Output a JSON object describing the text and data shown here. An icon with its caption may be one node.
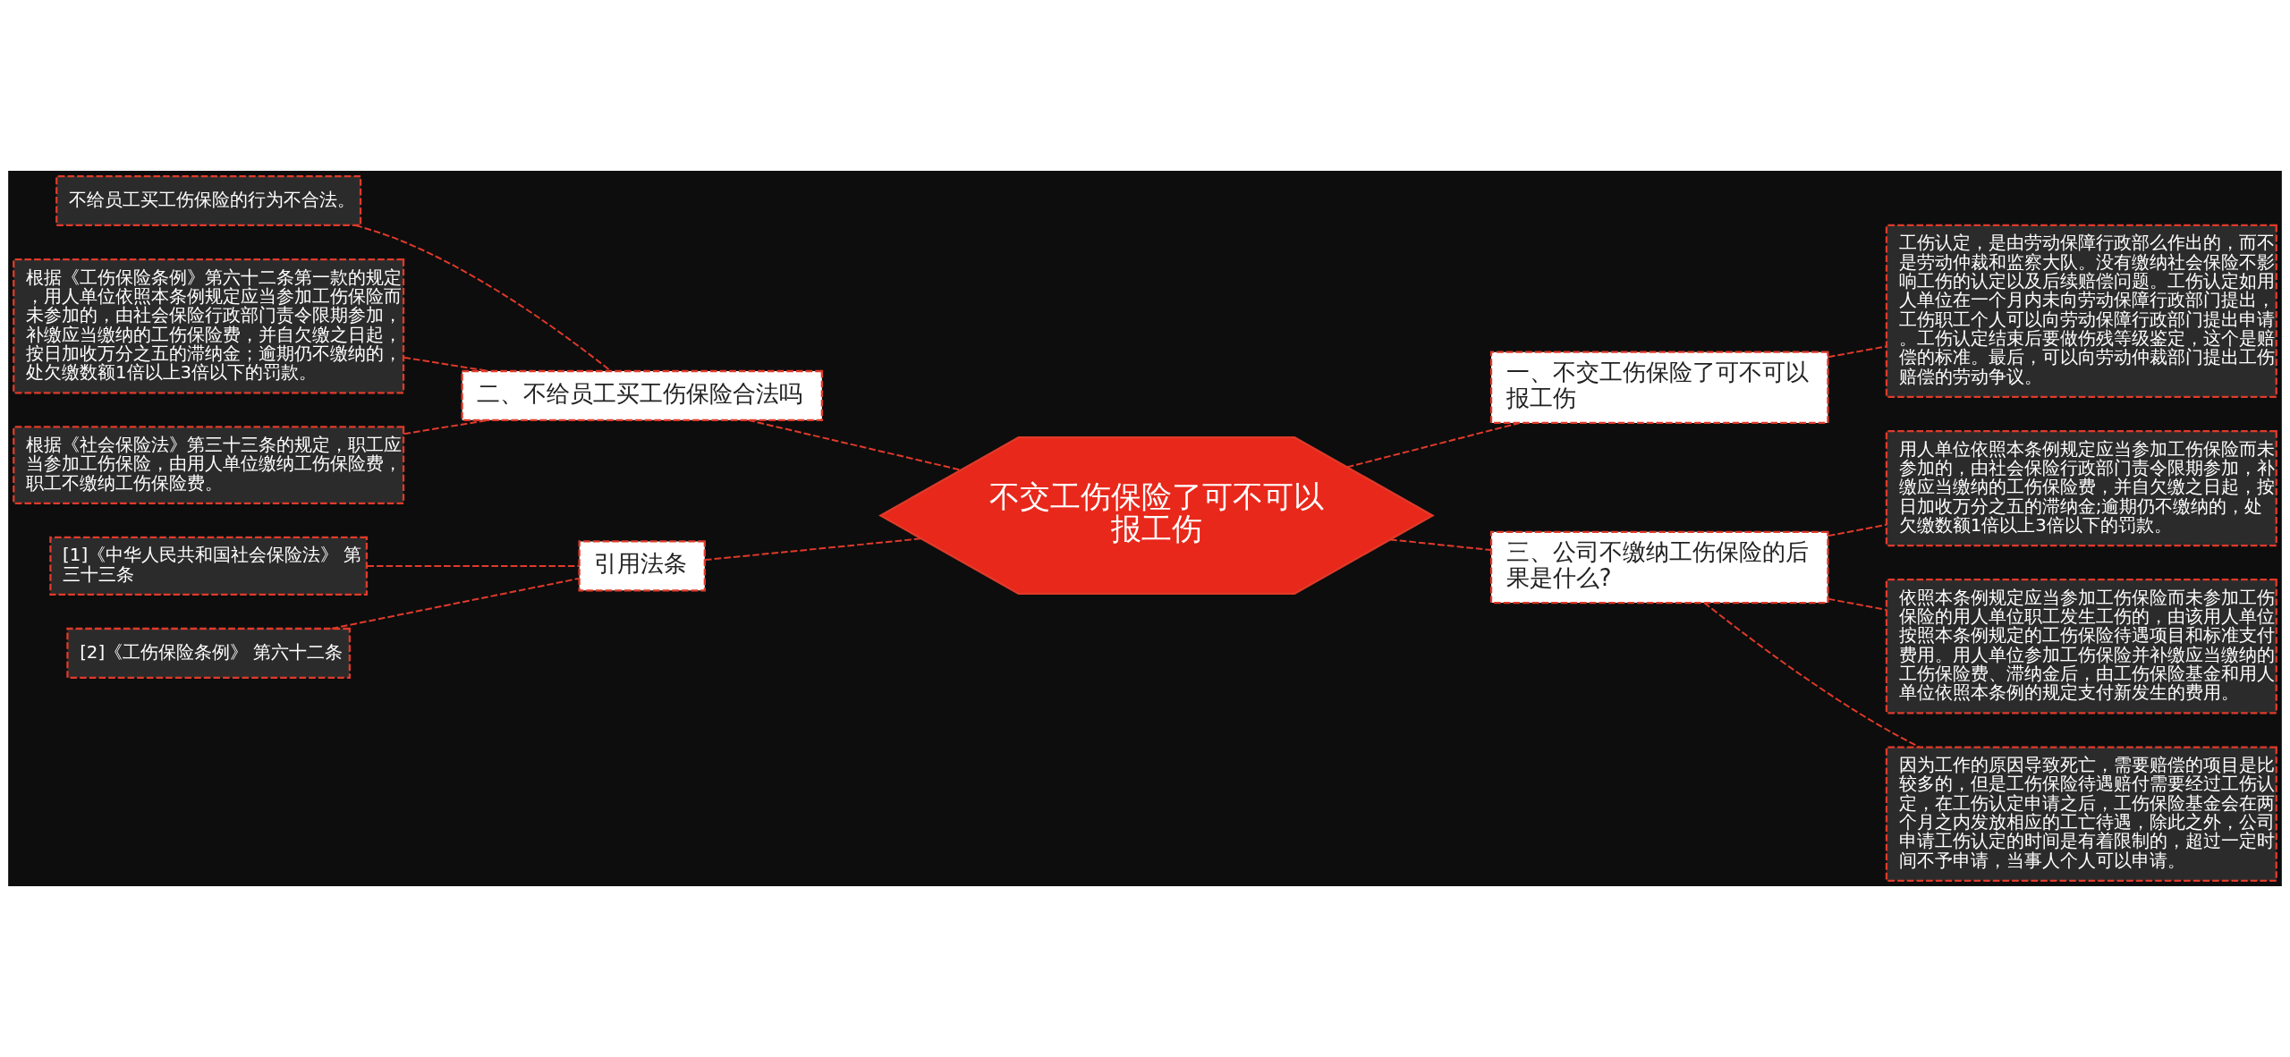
{
  "diagram": {
    "nodes": [
      {
        "text": [
          "不交工伤保险了可不可以报工伤"
        ]
      },
      {
        "text": [
          "二、不给员工买工伤保险合法吗"
        ]
      },
      {
        "text": [
          "不给员工买工伤保险的行为不合法。"
        ]
      },
      {
        "text": [
          "根据《工伤保险条例》第六十二条第一款的规定，用人单位依照本条例规定应当参加工伤保险而未参加的，由社会保险行政部门责令限期参加，补缴应当缴纳的工伤保险费，并自欠缴之日起，按日加收万分之五的滞纳金；逾期仍不缴纳的，处欠缴数额1倍以上3倍以下的罚款。"
        ]
      },
      {
        "text": [
          "根据《社会保险法》第三十三条的规定，职工应当参加工伤保险，由用人单位缴纳工伤保险费，职工不缴纳工伤保险费。"
        ]
      },
      {
        "text": [
          "引用法条"
        ]
      },
      {
        "text": [
          "[1]《中华人民共和国社会保险法》 第三十三条"
        ]
      },
      {
        "text": [
          "[2]《工伤保险条例》 第六十二条"
        ]
      },
      {
        "text": [
          "一、不交工伤保险了可不可以报工伤"
        ]
      },
      {
        "text": [
          "工伤认定，是由劳动保障行政部么作出的，而不是劳动仲裁和监察大队。没有缴纳社会保险不影响工伤的认定以及后续赔偿问题。工伤认定如用人单位在一个月内未向劳动保障行政部门提出，工伤职工个人可以向劳动保障行政部门提出申请。工伤认定结束后要做伤残等级鉴定，这个是赔偿的标准。最后，可以向劳动仲裁部门提出工伤赔偿的劳动争议。"
        ]
      },
      {
        "text": [
          "三、公司不缴纳工伤保险的后果是什么?"
        ]
      },
      {
        "text": [
          "用人单位依照本条例规定应当参加工伤保险而未参加的，由社会保险行政部门责令限期参加，补缴应当缴纳的工伤保险费，并自欠缴之日起，按日加收万分之五的滞纳金;逾期仍不缴纳的，处欠缴数额1倍以上3倍以下的罚款。"
        ]
      },
      {
        "text": [
          "依照本条例规定应当参加工伤保险而未参加工伤保险的用人单位职工发生工伤的，由该用人单位按照本条例规定的工伤保险待遇项目和标准支付费用。用人单位参加工伤保险并补缴应当缴纳的工伤保险费、滞纳金后，由工伤保险基金和用人单位依照本条例的规定支付新发生的费用。"
        ]
      },
      {
        "text": [
          "因为工作的原因导致死亡，需要赔偿的项目是比较多的，但是工伤保险待遇赔付需要经过工伤认定，在工伤认定申请之后，工伤保险基金会在两个月之内发放相应的工亡待遇，除此之外，公司申请工伤认定的时间是有着限制的，超过一定时间不予申请，当事人个人可以申请。"
        ]
      }
    ],
    "edges": [
      {
        "from": 0,
        "to": 1,
        "arrow": "none"
      },
      {
        "from": 1,
        "to": 2,
        "arrow": "none"
      },
      {
        "from": 1,
        "to": 3,
        "arrow": "none"
      },
      {
        "from": 1,
        "to": 4,
        "arrow": "none"
      },
      {
        "from": 0,
        "to": 5,
        "arrow": "none"
      },
      {
        "from": 5,
        "to": 6,
        "arrow": "none"
      },
      {
        "from": 5,
        "to": 7,
        "arrow": "none"
      },
      {
        "from": 0,
        "to": 8,
        "arrow": "none"
      },
      {
        "from": 8,
        "to": 9,
        "arrow": "none"
      },
      {
        "from": 0,
        "to": 10,
        "arrow": "none"
      },
      {
        "from": 10,
        "to": 11,
        "arrow": "none"
      },
      {
        "from": 10,
        "to": 12,
        "arrow": "none"
      },
      {
        "from": 10,
        "to": 13,
        "arrow": "none"
      }
    ]
  }
}
